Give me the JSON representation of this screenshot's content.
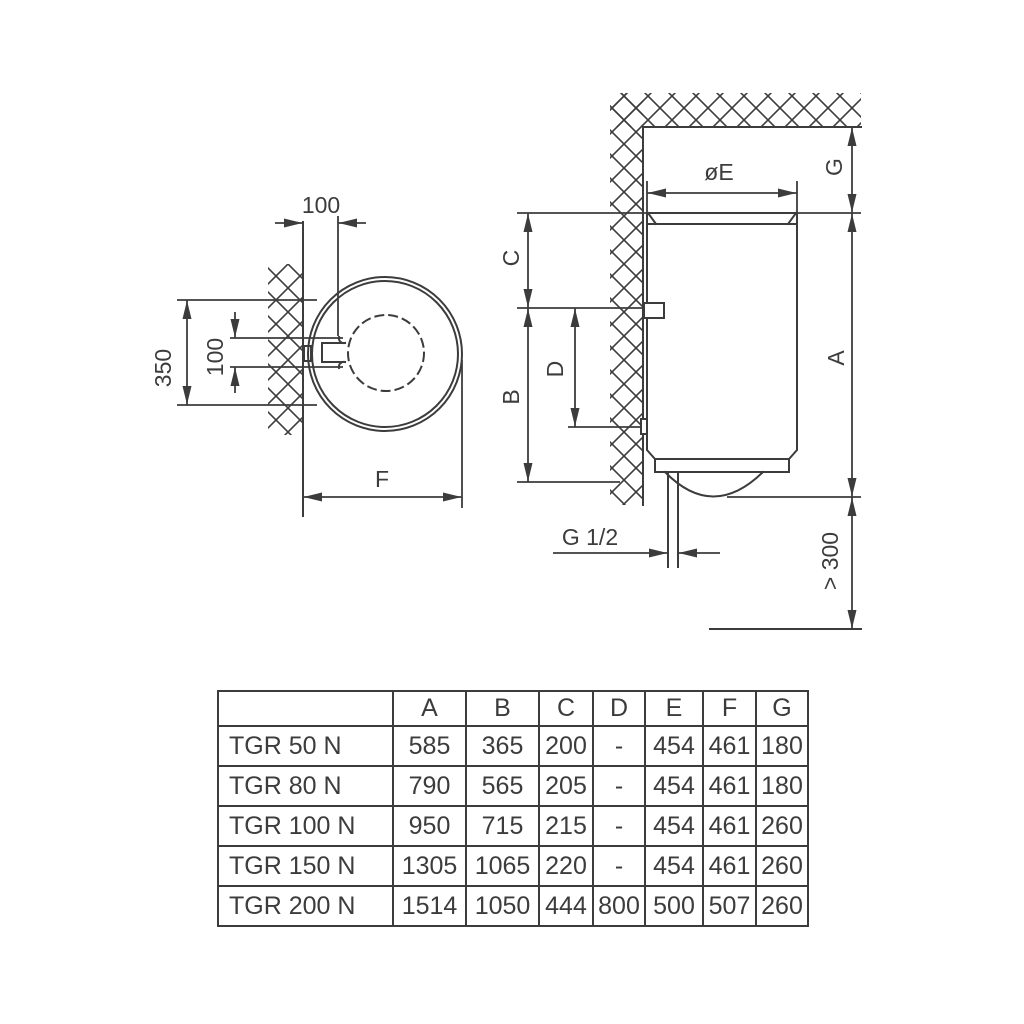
{
  "colors": {
    "line": "#3c3c3c",
    "text": "#3c3c3c",
    "background": "#ffffff"
  },
  "front_view": {
    "dim_wall_offset": "100",
    "dim_bracket_height": "350",
    "dim_bracket_spacing": "100",
    "dim_depth": "F"
  },
  "side_view": {
    "dim_diameter": "øE",
    "dim_ceiling_clearance": "G",
    "dim_total_height": "A",
    "dim_top_to_bracket": "C",
    "dim_bracket_to_bottom": "B",
    "dim_bracket_spacing": "D",
    "dim_pipe_thread": "G 1/2",
    "dim_min_floor_clearance": "> 300"
  },
  "table": {
    "headers": [
      "",
      "A",
      "B",
      "C",
      "D",
      "E",
      "F",
      "G"
    ],
    "rows": [
      {
        "model": "TGR 50 N",
        "values": [
          "585",
          "365",
          "200",
          "-",
          "454",
          "461",
          "180"
        ]
      },
      {
        "model": "TGR 80 N",
        "values": [
          "790",
          "565",
          "205",
          "-",
          "454",
          "461",
          "180"
        ]
      },
      {
        "model": "TGR 100 N",
        "values": [
          "950",
          "715",
          "215",
          "-",
          "454",
          "461",
          "260"
        ]
      },
      {
        "model": "TGR 150 N",
        "values": [
          "1305",
          "1065",
          "220",
          "-",
          "454",
          "461",
          "260"
        ]
      },
      {
        "model": "TGR 200 N",
        "values": [
          "1514",
          "1050",
          "444",
          "800",
          "500",
          "507",
          "260"
        ]
      }
    ]
  }
}
